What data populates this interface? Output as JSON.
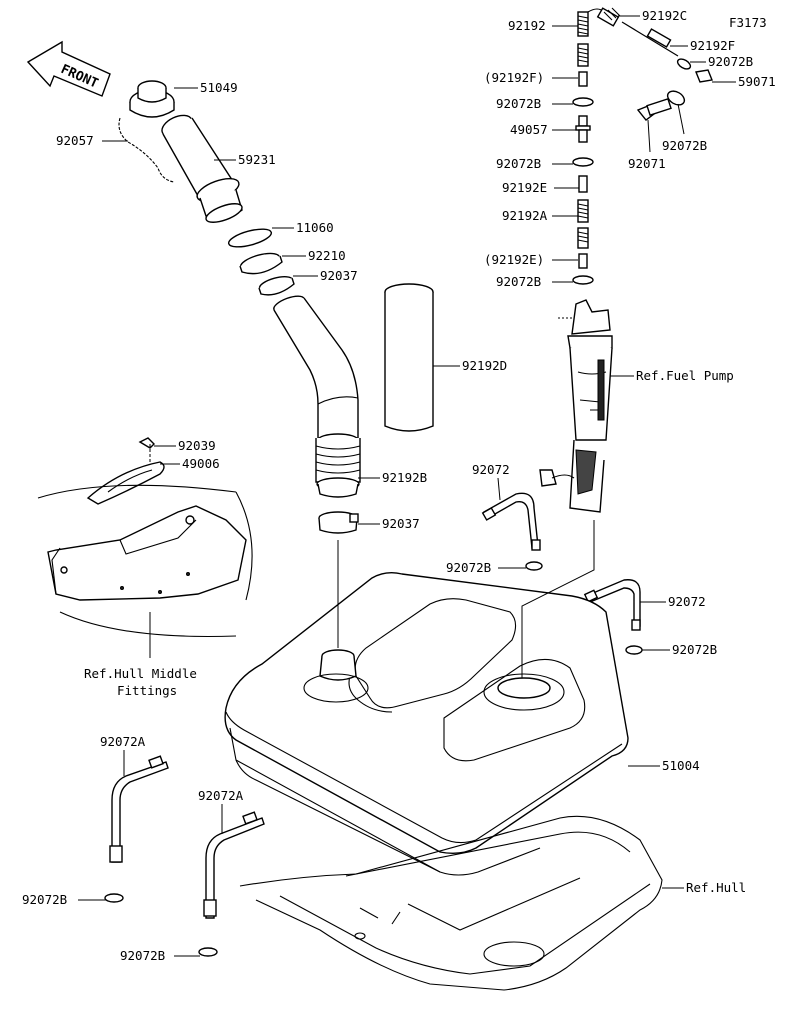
{
  "figure_code": "F3173",
  "front_label": "FRONT",
  "labels": {
    "p51049": "51049",
    "p92057": "92057",
    "p59231": "59231",
    "p11060": "11060",
    "p92210": "92210",
    "p92037a": "92037",
    "p92192d": "92192D",
    "p92039": "92039",
    "p49006": "49006",
    "p92192b": "92192B",
    "p92037b": "92037",
    "ref_hull_middle_1": "Ref.Hull Middle",
    "ref_hull_middle_2": "Fittings",
    "p92192": "92192",
    "p92192c": "92192C",
    "p92192f": "92192F",
    "p92072b_top": "92072B",
    "p92192f_paren": "(92192F)",
    "p59071": "59071",
    "p92072b_1": "92072B",
    "p49057": "49057",
    "p92072b_r": "92072B",
    "p92071": "92071",
    "p92072b_2": "92072B",
    "p92192e": "92192E",
    "p92192a": "92192A",
    "p92192e_paren": "(92192E)",
    "p92072b_3": "92072B",
    "ref_fuel_pump": "Ref.Fuel Pump",
    "p92072_left": "92072",
    "p92072b_4": "92072B",
    "p92072_right": "92072",
    "p92072b_5": "92072B",
    "p51004": "51004",
    "p92072a_1": "92072A",
    "p92072a_2": "92072A",
    "p92072b_6": "92072B",
    "p92072b_7": "92072B",
    "ref_hull": "Ref.Hull"
  }
}
